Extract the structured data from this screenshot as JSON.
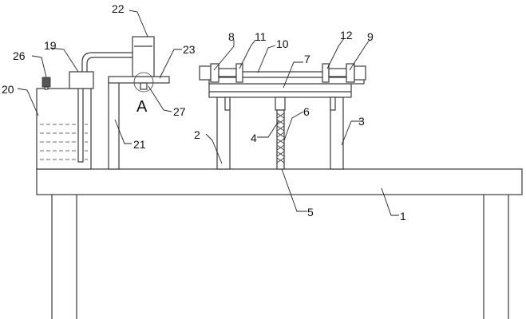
{
  "labels": {
    "l1": "1",
    "l2": "2",
    "l3": "3",
    "l4": "4",
    "l5": "5",
    "l6": "6",
    "l7": "7",
    "l8": "8",
    "l9": "9",
    "l10": "10",
    "l11": "11",
    "l12": "12",
    "l19": "19",
    "l20": "20",
    "l21": "21",
    "l22": "22",
    "l23": "23",
    "l26": "26",
    "l27": "27",
    "detail": "A"
  }
}
